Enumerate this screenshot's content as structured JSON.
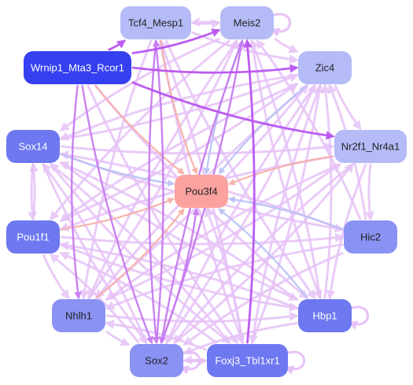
{
  "colors": {
    "center_fill": "#fba2a0",
    "center_text": "#222222",
    "dark_fill": "#3540f0",
    "dark_text": "#ffffff",
    "mid_fill": "#6e78f0",
    "light_fill": "#8a92f3",
    "pale_fill": "#b5bbf6",
    "pale_text": "#222222",
    "edge_pale": "#e6c2f7",
    "edge_violet": "#c77cf0",
    "edge_strong": "#b955f0",
    "edge_blue": "#b9c2f5",
    "edge_salmon": "#f7b0a8"
  },
  "nodes": [
    {
      "id": "tcf4_mesp1",
      "label": "Tcf4_Mesp1",
      "style": "pale"
    },
    {
      "id": "meis2",
      "label": "Meis2",
      "style": "pale"
    },
    {
      "id": "wrnip1_mta3_rcor1",
      "label": "Wrnip1_Mta3_Rcor1",
      "style": "dark"
    },
    {
      "id": "zic4",
      "label": "Zic4",
      "style": "pale"
    },
    {
      "id": "sox14",
      "label": "Sox14",
      "style": "mid"
    },
    {
      "id": "nr2f1_nr4a1",
      "label": "Nr2f1_Nr4a1",
      "style": "pale"
    },
    {
      "id": "pou3f4",
      "label": "Pou3f4",
      "style": "center"
    },
    {
      "id": "pou1f1",
      "label": "Pou1f1",
      "style": "mid"
    },
    {
      "id": "hic2",
      "label": "Hic2",
      "style": "light"
    },
    {
      "id": "nhlh1",
      "label": "Nhlh1",
      "style": "light"
    },
    {
      "id": "hbp1",
      "label": "Hbp1",
      "style": "mid"
    },
    {
      "id": "sox2",
      "label": "Sox2",
      "style": "light"
    },
    {
      "id": "foxj3_tbl1xr1",
      "label": "Foxj3_Tbl1xr1",
      "style": "mid"
    }
  ],
  "edges": [
    {
      "from": "wrnip1_mta3_rcor1",
      "to": "meis2",
      "color": "strong"
    },
    {
      "from": "wrnip1_mta3_rcor1",
      "to": "tcf4_mesp1",
      "color": "strong"
    },
    {
      "from": "wrnip1_mta3_rcor1",
      "to": "zic4",
      "color": "strong"
    },
    {
      "from": "wrnip1_mta3_rcor1",
      "to": "nr2f1_nr4a1",
      "color": "strong"
    },
    {
      "from": "wrnip1_mta3_rcor1",
      "to": "sox2",
      "color": "violet"
    },
    {
      "from": "wrnip1_mta3_rcor1",
      "to": "nhlh1",
      "color": "violet"
    },
    {
      "from": "wrnip1_mta3_rcor1",
      "to": "foxj3_tbl1xr1",
      "color": "pale"
    },
    {
      "from": "wrnip1_mta3_rcor1",
      "to": "hbp1",
      "color": "pale"
    },
    {
      "from": "wrnip1_mta3_rcor1",
      "to": "pou3f4",
      "color": "salmon"
    },
    {
      "from": "foxj3_tbl1xr1",
      "to": "meis2",
      "color": "strong"
    },
    {
      "from": "tcf4_mesp1",
      "to": "meis2",
      "color": "pale"
    },
    {
      "from": "meis2",
      "to": "tcf4_mesp1",
      "color": "pale"
    },
    {
      "from": "tcf4_mesp1",
      "to": "sox2",
      "color": "violet"
    },
    {
      "from": "tcf4_mesp1",
      "to": "foxj3_tbl1xr1",
      "color": "pale"
    },
    {
      "from": "tcf4_mesp1",
      "to": "nhlh1",
      "color": "pale"
    },
    {
      "from": "tcf4_mesp1",
      "to": "hbp1",
      "color": "pale"
    },
    {
      "from": "tcf4_mesp1",
      "to": "zic4",
      "color": "pale"
    },
    {
      "from": "tcf4_mesp1",
      "to": "pou3f4",
      "color": "salmon"
    },
    {
      "from": "meis2",
      "to": "pou3f4",
      "color": "blue"
    },
    {
      "from": "meis2",
      "to": "zic4",
      "color": "pale"
    },
    {
      "from": "meis2",
      "to": "sox2",
      "color": "violet"
    },
    {
      "from": "meis2",
      "to": "nhlh1",
      "color": "pale"
    },
    {
      "from": "meis2",
      "to": "hbp1",
      "color": "pale"
    },
    {
      "from": "meis2",
      "to": "sox14",
      "color": "pale"
    },
    {
      "from": "meis2",
      "to": "pou1f1",
      "color": "pale"
    },
    {
      "from": "zic4",
      "to": "sox2",
      "color": "pale"
    },
    {
      "from": "zic4",
      "to": "nhlh1",
      "color": "pale"
    },
    {
      "from": "zic4",
      "to": "pou1f1",
      "color": "pale"
    },
    {
      "from": "zic4",
      "to": "sox14",
      "color": "pale"
    },
    {
      "from": "zic4",
      "to": "nr2f1_nr4a1",
      "color": "pale"
    },
    {
      "from": "zic4",
      "to": "foxj3_tbl1xr1",
      "color": "pale"
    },
    {
      "from": "zic4",
      "to": "pou3f4",
      "color": "blue"
    },
    {
      "from": "sox14",
      "to": "pou1f1",
      "color": "pale"
    },
    {
      "from": "pou1f1",
      "to": "sox14",
      "color": "pale"
    },
    {
      "from": "sox14",
      "to": "nr2f1_nr4a1",
      "color": "pale"
    },
    {
      "from": "sox14",
      "to": "hic2",
      "color": "pale"
    },
    {
      "from": "sox14",
      "to": "hbp1",
      "color": "pale"
    },
    {
      "from": "sox14",
      "to": "sox2",
      "color": "pale"
    },
    {
      "from": "sox14",
      "to": "zic4",
      "color": "pale"
    },
    {
      "from": "sox14",
      "to": "pou3f4",
      "color": "blue"
    },
    {
      "from": "sox14",
      "to": "foxj3_tbl1xr1",
      "color": "pale"
    },
    {
      "from": "nr2f1_nr4a1",
      "to": "hic2",
      "color": "pale"
    },
    {
      "from": "nr2f1_nr4a1",
      "to": "sox2",
      "color": "pale"
    },
    {
      "from": "nr2f1_nr4a1",
      "to": "nhlh1",
      "color": "pale"
    },
    {
      "from": "nr2f1_nr4a1",
      "to": "pou1f1",
      "color": "pale"
    },
    {
      "from": "nr2f1_nr4a1",
      "to": "pou3f4",
      "color": "salmon"
    },
    {
      "from": "nr2f1_nr4a1",
      "to": "hbp1",
      "color": "pale"
    },
    {
      "from": "pou1f1",
      "to": "hic2",
      "color": "pale"
    },
    {
      "from": "pou1f1",
      "to": "nhlh1",
      "color": "pale"
    },
    {
      "from": "pou1f1",
      "to": "zic4",
      "color": "pale"
    },
    {
      "from": "pou1f1",
      "to": "hbp1",
      "color": "pale"
    },
    {
      "from": "pou1f1",
      "to": "pou3f4",
      "color": "salmon"
    },
    {
      "from": "hic2",
      "to": "pou3f4",
      "color": "blue"
    },
    {
      "from": "hic2",
      "to": "sox2",
      "color": "pale"
    },
    {
      "from": "hic2",
      "to": "nhlh1",
      "color": "pale"
    },
    {
      "from": "hic2",
      "to": "zic4",
      "color": "pale"
    },
    {
      "from": "hic2",
      "to": "meis2",
      "color": "pale"
    },
    {
      "from": "hic2",
      "to": "sox14",
      "color": "pale"
    },
    {
      "from": "nhlh1",
      "to": "sox2",
      "color": "pale"
    },
    {
      "from": "nhlh1",
      "to": "hbp1",
      "color": "pale"
    },
    {
      "from": "nhlh1",
      "to": "zic4",
      "color": "pale"
    },
    {
      "from": "nhlh1",
      "to": "meis2",
      "color": "pale"
    },
    {
      "from": "nhlh1",
      "to": "pou3f4",
      "color": "salmon"
    },
    {
      "from": "nhlh1",
      "to": "nr2f1_nr4a1",
      "color": "pale"
    },
    {
      "from": "hbp1",
      "to": "pou3f4",
      "color": "blue"
    },
    {
      "from": "hbp1",
      "to": "sox2",
      "color": "pale"
    },
    {
      "from": "hbp1",
      "to": "zic4",
      "color": "pale"
    },
    {
      "from": "hbp1",
      "to": "meis2",
      "color": "pale"
    },
    {
      "from": "hbp1",
      "to": "sox14",
      "color": "pale"
    },
    {
      "from": "hbp1",
      "to": "pou1f1",
      "color": "pale"
    },
    {
      "from": "sox2",
      "to": "foxj3_tbl1xr1",
      "color": "pale"
    },
    {
      "from": "foxj3_tbl1xr1",
      "to": "sox2",
      "color": "pale"
    },
    {
      "from": "sox2",
      "to": "pou3f4",
      "color": "violet"
    },
    {
      "from": "sox2",
      "to": "zic4",
      "color": "pale"
    },
    {
      "from": "sox2",
      "to": "meis2",
      "color": "violet"
    },
    {
      "from": "sox2",
      "to": "tcf4_mesp1",
      "color": "violet"
    },
    {
      "from": "sox2",
      "to": "nr2f1_nr4a1",
      "color": "pale"
    },
    {
      "from": "sox2",
      "to": "sox14",
      "color": "pale"
    },
    {
      "from": "sox2",
      "to": "pou1f1",
      "color": "pale"
    },
    {
      "from": "foxj3_tbl1xr1",
      "to": "pou3f4",
      "color": "pale"
    },
    {
      "from": "foxj3_tbl1xr1",
      "to": "zic4",
      "color": "pale"
    },
    {
      "from": "foxj3_tbl1xr1",
      "to": "tcf4_mesp1",
      "color": "pale"
    },
    {
      "from": "foxj3_tbl1xr1",
      "to": "nhlh1",
      "color": "pale"
    },
    {
      "from": "foxj3_tbl1xr1",
      "to": "sox14",
      "color": "pale"
    },
    {
      "from": "foxj3_tbl1xr1",
      "to": "pou1f1",
      "color": "pale"
    }
  ],
  "self_loops": [
    "meis2",
    "hbp1",
    "foxj3_tbl1xr1",
    "sox2"
  ]
}
